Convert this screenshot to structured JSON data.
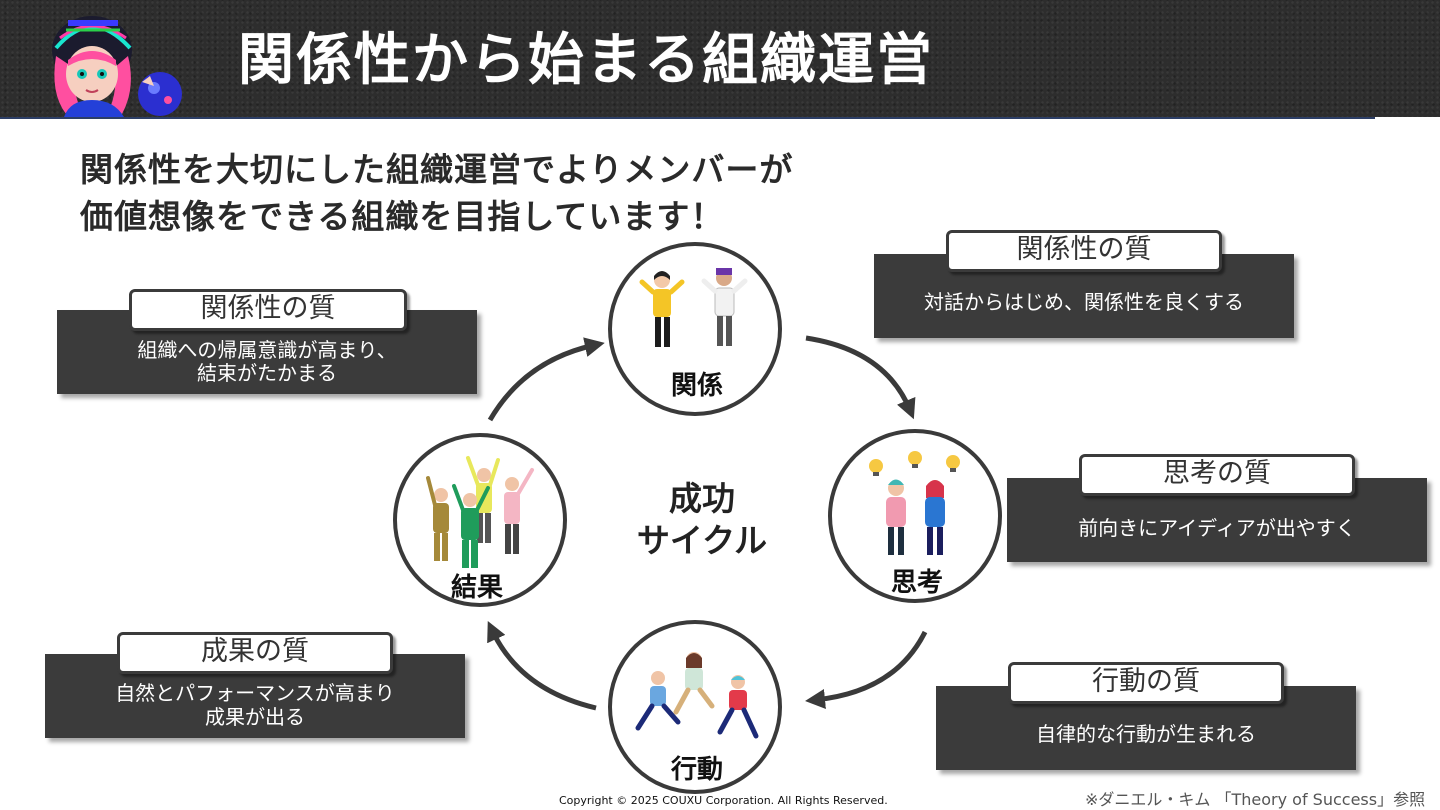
{
  "header": {
    "title": "関係性から始まる組織運営"
  },
  "subtitle": {
    "line1": "関係性を大切にした組織運営でよりメンバーが",
    "line2": "価値想像をできる組織を目指しています！"
  },
  "cycle": {
    "center_line1": "成功",
    "center_line2": "サイクル",
    "nodes": {
      "relation": "関係",
      "thinking": "思考",
      "action": "行動",
      "result": "結果"
    }
  },
  "cards": {
    "relation_top": {
      "tag": "関係性の質",
      "desc": "対話からはじめ、関係性を良くする"
    },
    "relation_left": {
      "tag": "関係性の質",
      "desc_line1": "組織への帰属意識が高まり、",
      "desc_line2": "結束がたかまる"
    },
    "thinking": {
      "tag": "思考の質",
      "desc": "前向きにアイディアが出やすく"
    },
    "action": {
      "tag": "行動の質",
      "desc": "自律的な行動が生まれる"
    },
    "result": {
      "tag": "成果の質",
      "desc_line1": "自然とパフォーマンスが高まり",
      "desc_line2": "成果が出る"
    }
  },
  "footer": {
    "copyright": "Copyright © 2025 COUXU Corporation. All Rights Reserved.",
    "reference": "※ダニエル・キム 「Theory of Success」参照"
  },
  "colors": {
    "header_bg": "#2d2d2d",
    "card_bg": "#3b3b3b",
    "accent_line": "#2c3e66",
    "arrow": "#3a3a3a"
  }
}
